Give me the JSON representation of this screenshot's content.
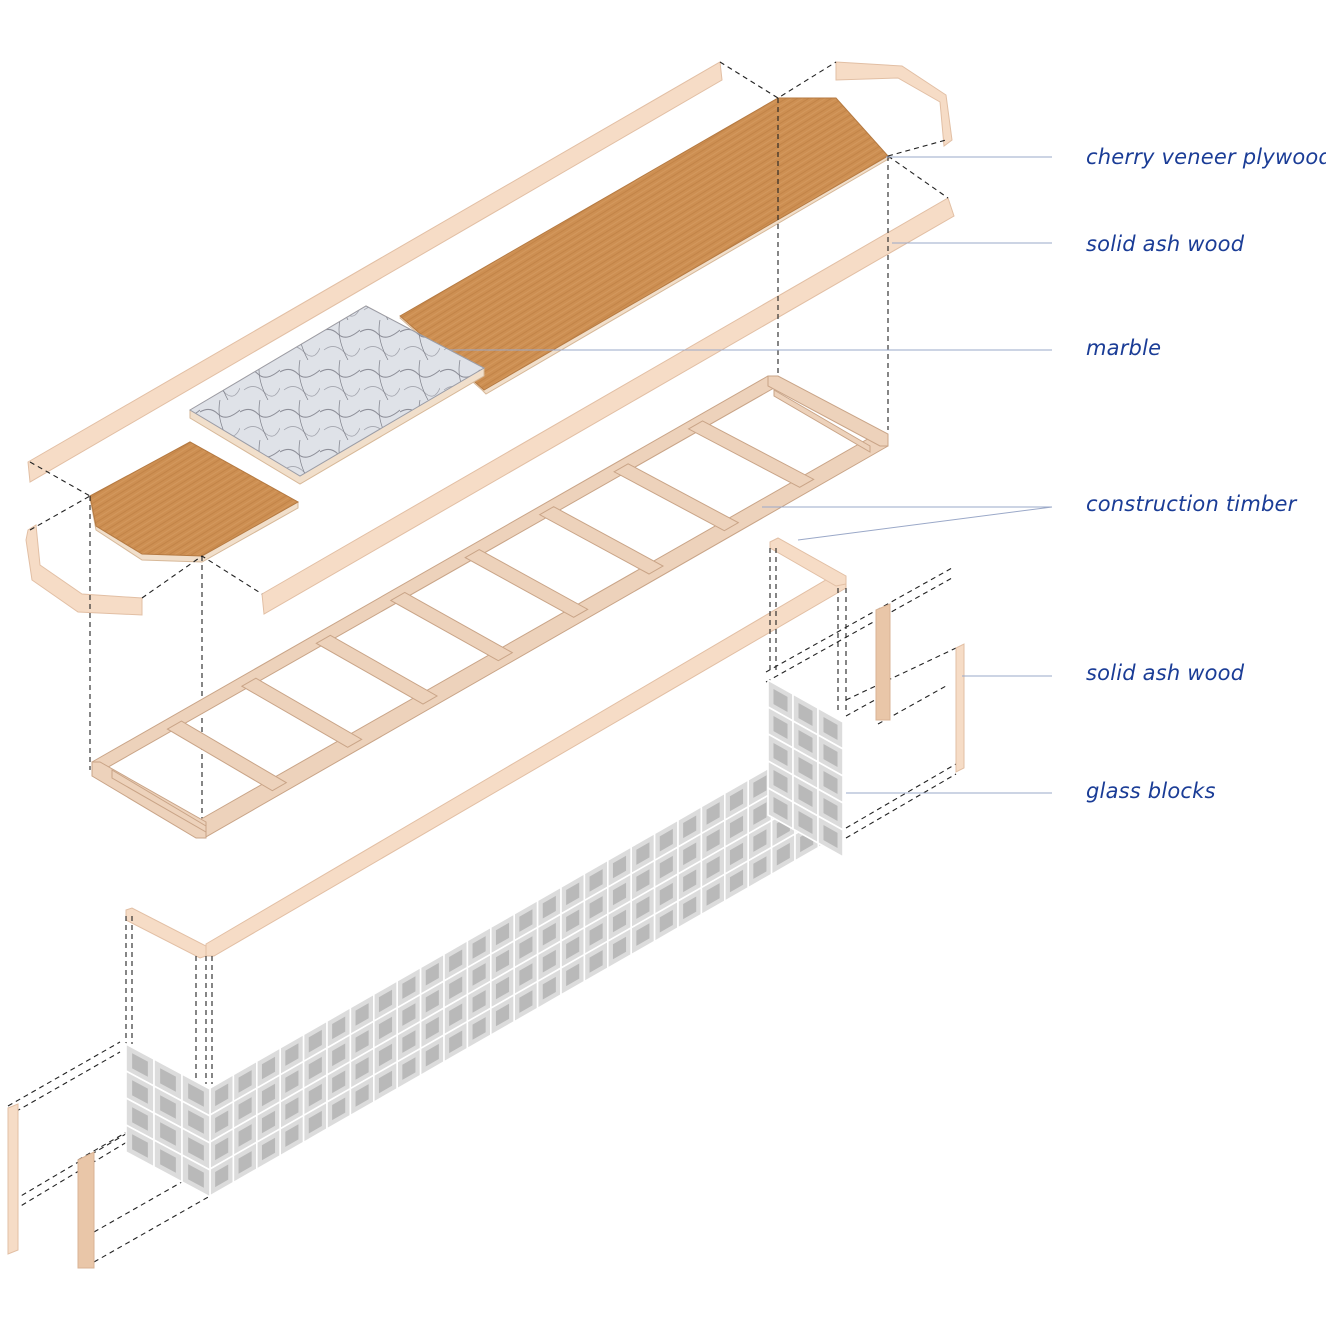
{
  "labels": {
    "cherry_veneer_plywood": "cherry veneer plywood",
    "solid_ash_wood_top": "solid ash wood",
    "marble": "marble",
    "construction_timber": "construction timber",
    "solid_ash_wood_side": "solid ash wood",
    "glass_blocks": "glass blocks"
  },
  "colors": {
    "label_text": "#1a3c96",
    "leader_line": "#9aa8c8",
    "ash_wood": "#f6dcc6",
    "cherry_plywood": "#cd8f52",
    "construction_timber": "#edd2bb",
    "marble": "#d8dbe2",
    "glass_block": "#dcdcdc"
  }
}
